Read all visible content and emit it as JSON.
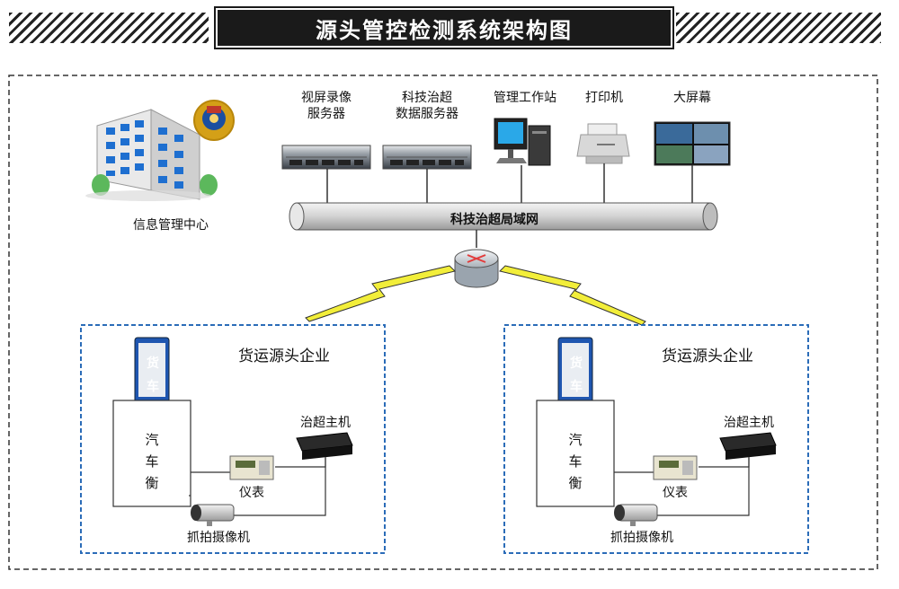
{
  "title": "源头管控检测系统架构图",
  "center": {
    "label": "信息管理中心"
  },
  "devices": [
    {
      "label_line1": "视屏录像",
      "label_line2": "服务器"
    },
    {
      "label_line1": "科技治超",
      "label_line2": "数据服务器"
    },
    {
      "label_line1": "管理工作站",
      "label_line2": ""
    },
    {
      "label_line1": "打印机",
      "label_line2": ""
    },
    {
      "label_line1": "大屏幕",
      "label_line2": ""
    }
  ],
  "network": {
    "label": "科技治超局域网"
  },
  "enterprises": [
    {
      "title": "货运源头企业",
      "truck_line1": "货",
      "truck_line2": "车",
      "scale_line1": "汽",
      "scale_line2": "车",
      "scale_line3": "衡",
      "host": "治超主机",
      "meter": "仪表",
      "camera": "抓拍摄像机"
    },
    {
      "title": "货运源头企业",
      "truck_line1": "货",
      "truck_line2": "车",
      "scale_line1": "汽",
      "scale_line2": "车",
      "scale_line3": "衡",
      "host": "治超主机",
      "meter": "仪表",
      "camera": "抓拍摄像机"
    }
  ],
  "colors": {
    "enterprise_border": "#2b6cb8",
    "bolt": "#f2ee3a",
    "pipe": "#d9d9d9"
  }
}
